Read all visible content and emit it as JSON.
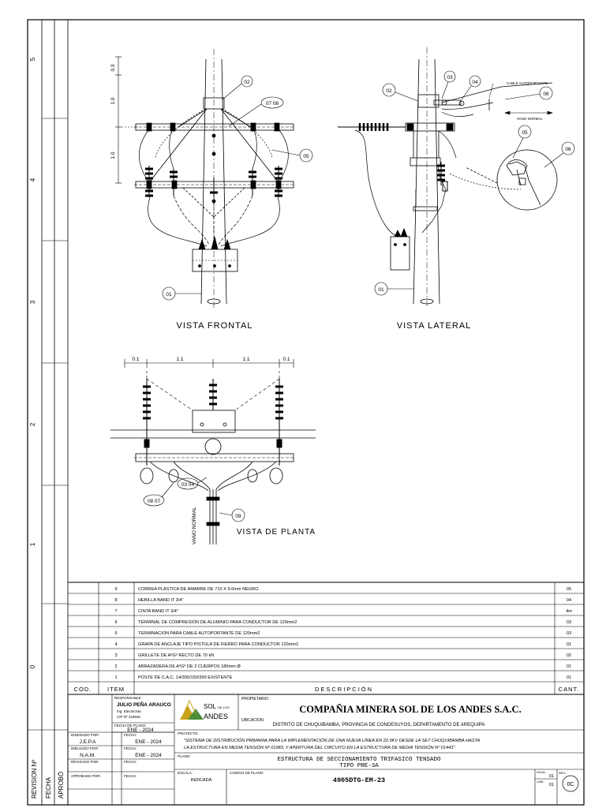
{
  "side_strip": {
    "zones": [
      "5",
      "4",
      "3",
      "2",
      "1",
      "0"
    ],
    "revision_label": "REVISION Nº",
    "fecha_label": "FECHA",
    "aprob_label": "APROBÓ"
  },
  "drawing": {
    "view_frontal": "VISTA FRONTAL",
    "view_lateral": "VISTA LATERAL",
    "view_planta": "VISTA DE PLANTA",
    "dims": {
      "d03": "0.3",
      "d10a": "1.0",
      "d10b": "1.0",
      "p01a": "0.1",
      "p11a": "1.1",
      "p11b": "1.1",
      "p01b": "0.1"
    },
    "callouts": {
      "f01": "01",
      "f02": "02",
      "f0708": "07 08",
      "f05": "05",
      "l02": "02",
      "l03": "03",
      "l04": "04",
      "l06": "06",
      "l05": "05",
      "l06b": "06",
      "l01": "01",
      "p0304": "03 04",
      "p0807": "08 07",
      "p09": "09"
    },
    "cable_autoportante": "CABLE AUTOPORTANTE",
    "vano_normal": "VANO NORMAL",
    "vano_normal_planta": "VANO NORMAL"
  },
  "bom": {
    "header": {
      "cod": "COD.",
      "item": "ITEM",
      "descripcion": "DESCRIPCIÓN",
      "cant": "CANT."
    },
    "rows": [
      {
        "item": "9",
        "desc": "CORREA PLASTICA DE AMARRE DE 710 X 9.0mm NEGRO",
        "cant": "05"
      },
      {
        "item": "8",
        "desc": "HEBILLA BAND IT 3/4\"",
        "cant": "04"
      },
      {
        "item": "7",
        "desc": "CINTA BAND IT 3/4\"",
        "cant": "4m"
      },
      {
        "item": "6",
        "desc": "TERMINAL DE COMPRESION DE ALUMINIO PARA CONDUCTOR DE 120mm2",
        "cant": "03"
      },
      {
        "item": "5",
        "desc": "TERMINACION PARA CABLE AUTOPORTANTE DE 120mm2",
        "cant": "03"
      },
      {
        "item": "4",
        "desc": "GRAPA DE ANCLAJE TIPO PISTOLA DE FIERRO PARA CONDUCTOR 120mm2",
        "cant": "01"
      },
      {
        "item": "3",
        "desc": "GRILLETE DE AºGº RECTO DE 70 kN",
        "cant": "02"
      },
      {
        "item": "2",
        "desc": "ABRAZADERA DE AºGº DE 2 CUERPOS 180mm Ø",
        "cant": "01"
      },
      {
        "item": "1",
        "desc": "POSTE DE C.A.C. 14/300/150/390 EXISTENTE",
        "cant": "01"
      }
    ]
  },
  "title_block": {
    "responsable_label": "RESPONSABLE:",
    "responsable_name": "JULIO PEÑA ARAUCO",
    "responsable_title": "Ing. Electricista",
    "responsable_cip": "CIP Nº 234845",
    "fecha_plano_label": "FECHA DE PLANO:",
    "fecha_plano": "ENE - 2024",
    "disenado_label": "DISEÑADO POR:",
    "disenado": "J.E.P.A",
    "dibujado_label": "DIBUJADO POR:",
    "dibujado": "N.A.M.",
    "revisado_label": "REVISADO POR:",
    "aprobado_label": "APROBADO POR:",
    "fecha_label": "FECHA:",
    "fecha_disenado": "ENE - 2024",
    "fecha_dibujado": "ENE - 2024",
    "logo_sol": "SOL",
    "logo_de_los": "DE LOS",
    "logo_andes": "ANDES",
    "propietario_label": "PROPIETARIO:",
    "company": "COMPAÑIA MINERA SOL DE LOS ANDES S.A.C.",
    "ubicacion_label": "UBICACION:",
    "ubicacion": "DISTRITO DE CHUQUIBAMBA, PROVINCIA DE CONDESUYOS, DEPARTAMENTO DE AREQUIPA",
    "proyecto_label": "PROYECTO:",
    "proyecto_line1": "\"SISTEMA DE DISTRIBUCIÓN PRIMARIA PARA LA IMPLEMENTACIÓN DE UNA NUEVA LÍNEA EN 22.9KV DESDE LA SET CHUQUIBAMBA HASTA",
    "proyecto_line2": "LA ESTRUCTURA EN MEDIA TENSIÓN Nº 01983, Y APERTURA DEL CIRCUITO EN LA ESTRUCTURA DE MEDIA TENSIÓN Nº 01443\"",
    "plano_label": "PLANO:",
    "plano_line1": "ESTRUCTURA DE SECCIONAMIENTO TRIFASICO TENSADO",
    "plano_line2": "TIPO PRE-3A",
    "escala_label": "ESCALA:",
    "escala": "INDICADA",
    "codigo_label": "CODIGO DE PLANO:",
    "codigo": "4905DTG-EM-23",
    "hoja_label": "HOJA:",
    "hoja": "01",
    "lam_label": "LAM.:",
    "lam": "01",
    "rev_label": "REV.:",
    "rev": "0C"
  }
}
